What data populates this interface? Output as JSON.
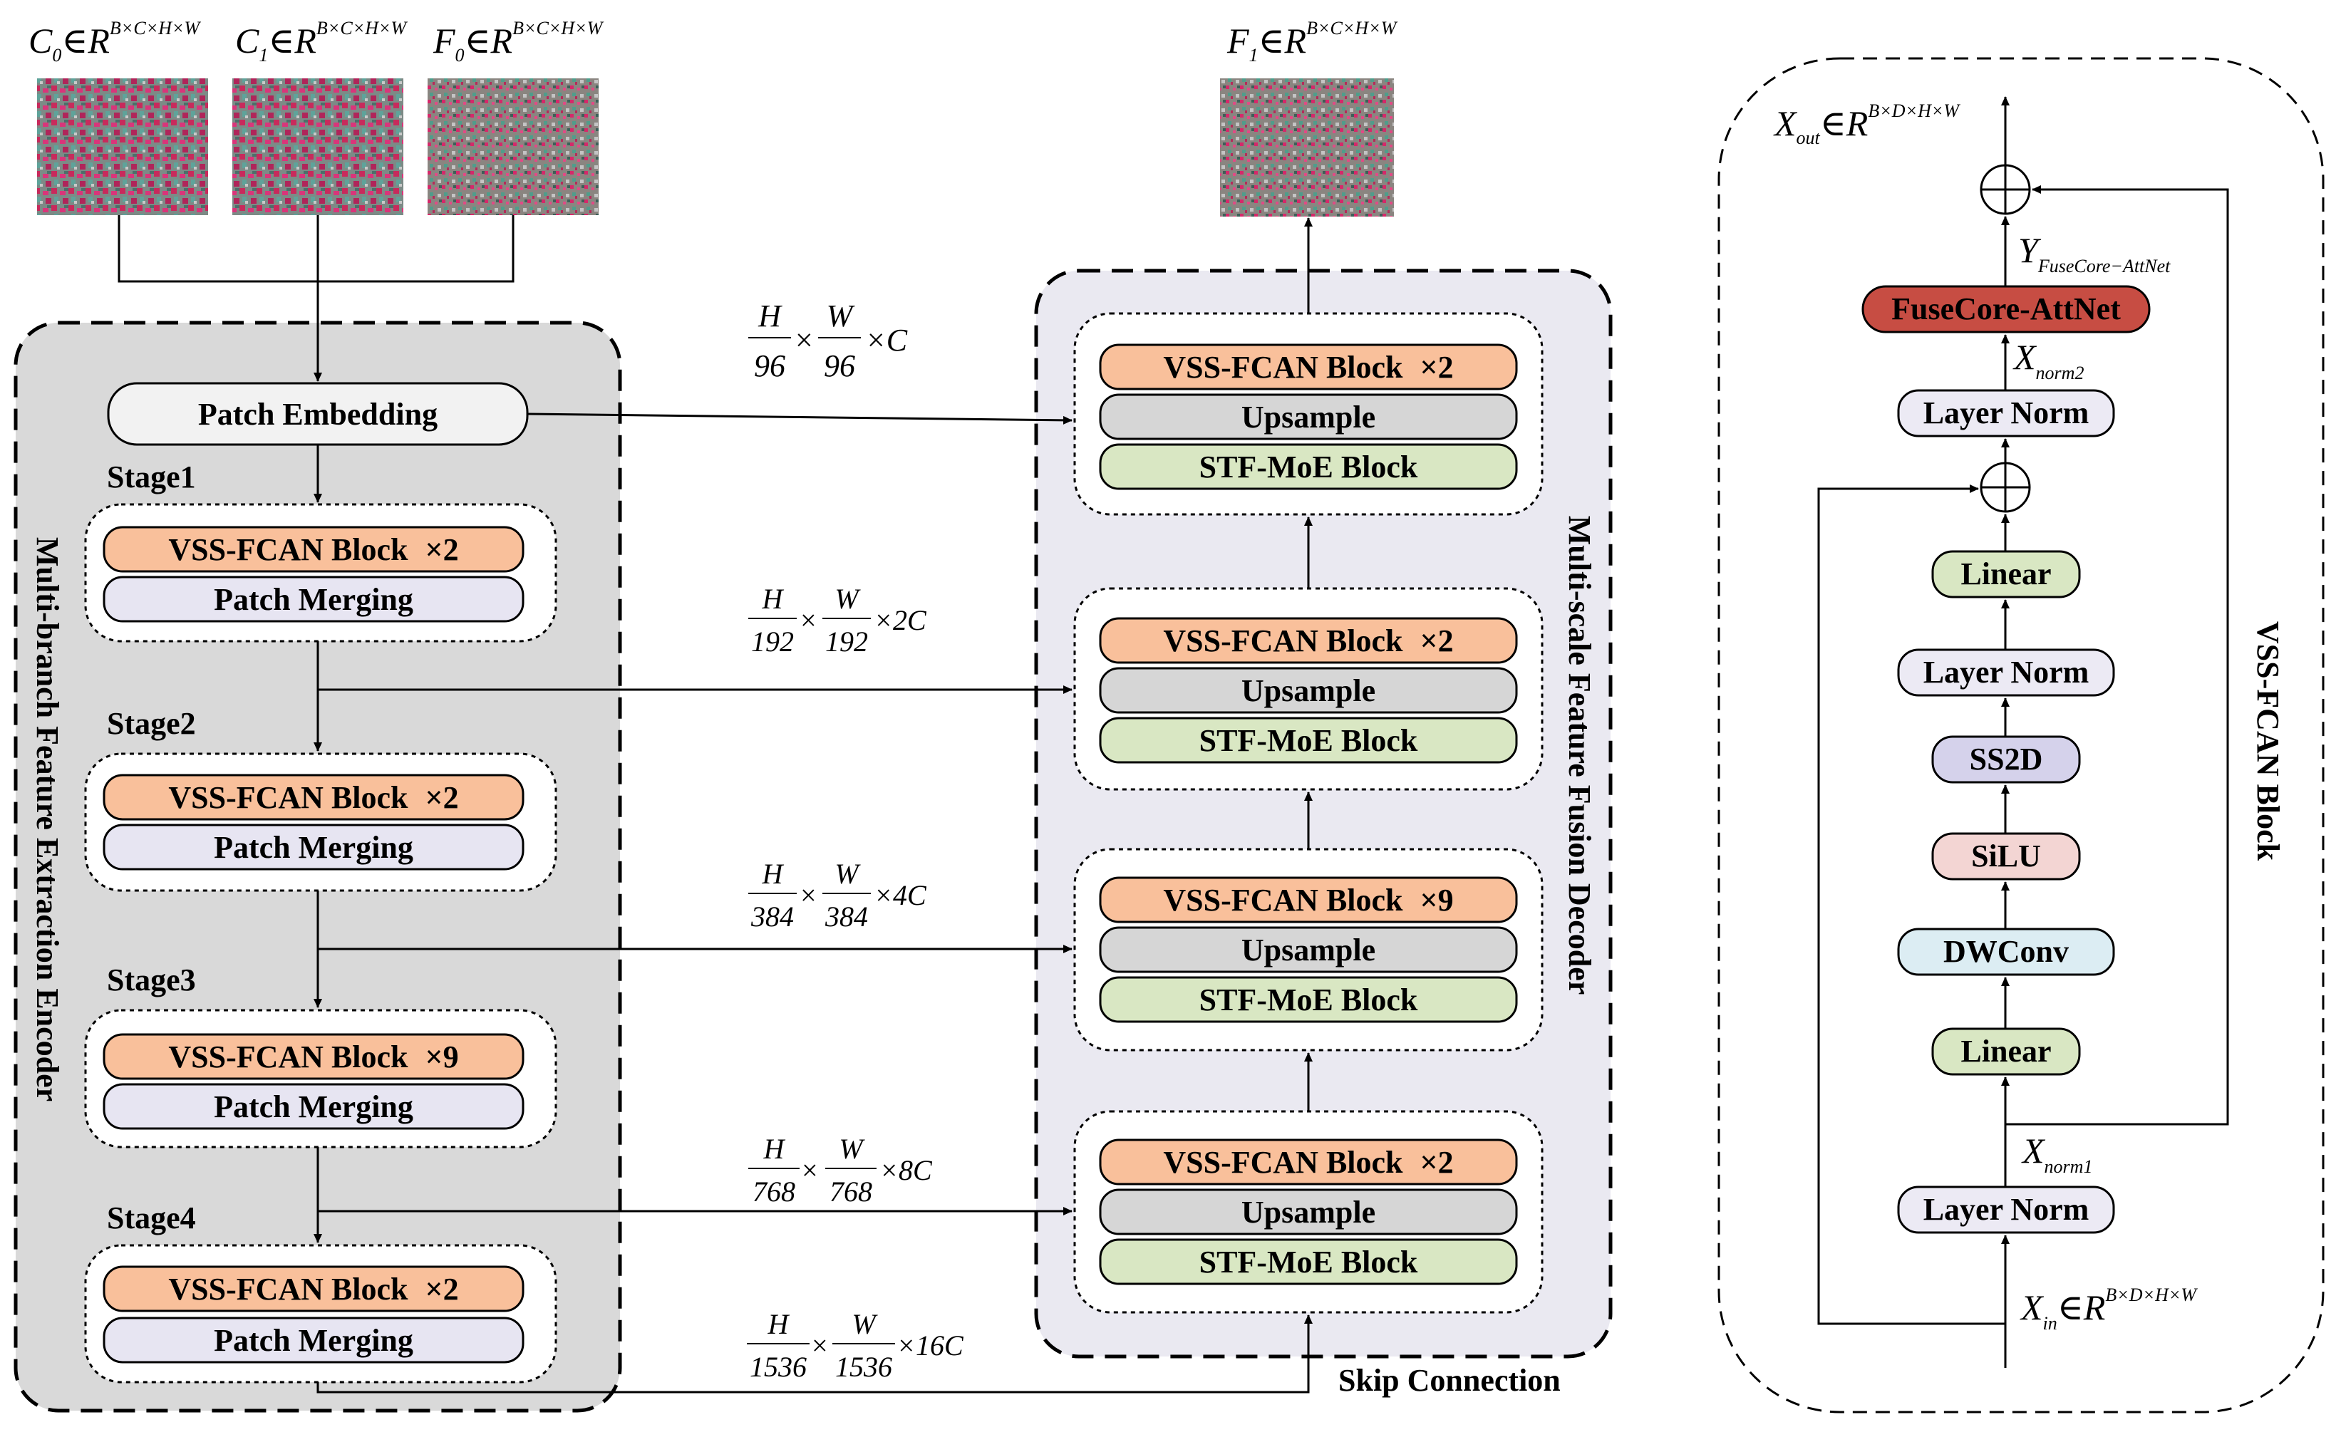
{
  "inputs": [
    {
      "symbol": "C",
      "sub": "0",
      "space": "∈R",
      "dims": "B×C×H×W"
    },
    {
      "symbol": "C",
      "sub": "1",
      "space": "∈R",
      "dims": "B×C×H×W"
    },
    {
      "symbol": "F",
      "sub": "0",
      "space": "∈R",
      "dims": "B×C×H×W"
    }
  ],
  "output": {
    "symbol": "F",
    "sub": "1",
    "space": "∈R",
    "dims": "B×C×H×W"
  },
  "encoder": {
    "title": "Multi-branch Feature Extraction Encoder",
    "patch_embedding": "Patch Embedding",
    "stages": [
      {
        "label": "Stage1",
        "block": "VSS-FCAN Block",
        "count": "×2",
        "merge": "Patch Merging"
      },
      {
        "label": "Stage2",
        "block": "VSS-FCAN Block",
        "count": "×2",
        "merge": "Patch Merging"
      },
      {
        "label": "Stage3",
        "block": "VSS-FCAN Block",
        "count": "×9",
        "merge": "Patch Merging"
      },
      {
        "label": "Stage4",
        "block": "VSS-FCAN Block",
        "count": "×2",
        "merge": "Patch Merging"
      }
    ]
  },
  "decoder": {
    "title": "Multi-scale Feature Fusion Decoder",
    "groups": [
      {
        "block": "VSS-FCAN Block",
        "count": "×2",
        "upsample": "Upsample",
        "moe": "STF-MoE Block"
      },
      {
        "block": "VSS-FCAN Block",
        "count": "×2",
        "upsample": "Upsample",
        "moe": "STF-MoE Block"
      },
      {
        "block": "VSS-FCAN Block",
        "count": "×9",
        "upsample": "Upsample",
        "moe": "STF-MoE Block"
      },
      {
        "block": "VSS-FCAN Block",
        "count": "×2",
        "upsample": "Upsample",
        "moe": "STF-MoE Block"
      }
    ]
  },
  "skip": {
    "label": "Skip Connection",
    "scales": [
      {
        "num1": "H",
        "den1": "96",
        "num2": "W",
        "den2": "96",
        "ch": "×C"
      },
      {
        "num1": "H",
        "den1": "192",
        "num2": "W",
        "den2": "192",
        "ch": "×2C"
      },
      {
        "num1": "H",
        "den1": "384",
        "num2": "W",
        "den2": "384",
        "ch": "×4C"
      },
      {
        "num1": "H",
        "den1": "768",
        "num2": "W",
        "den2": "768",
        "ch": "×8C"
      },
      {
        "num1": "H",
        "den1": "1536",
        "num2": "W",
        "den2": "1536",
        "ch": "×16C"
      }
    ]
  },
  "vss_block": {
    "title": "VSS-FCAN Block",
    "xout": {
      "symbol": "X",
      "sub": "out",
      "space": "∈R",
      "dims": "B×D×H×W"
    },
    "yfuse": {
      "symbol": "Y",
      "sub": "FuseCore−AttNet"
    },
    "xnorm2": {
      "symbol": "X",
      "sub": "norm2"
    },
    "xnorm1": {
      "symbol": "X",
      "sub": "norm1"
    },
    "xin": {
      "symbol": "X",
      "sub": "in",
      "space": "∈R",
      "dims": "B×D×H×W"
    },
    "fusecore": "FuseCore-AttNet",
    "layer_norm": "Layer Norm",
    "linear": "Linear",
    "ss2d": "SS2D",
    "silu": "SiLU",
    "dwconv": "DWConv"
  },
  "colors": {
    "orange": "#f9c09b",
    "lavender": "#e7e5f2",
    "gray": "#d6d6d6",
    "green": "#d9e7c3",
    "red": "#c74d43",
    "purple": "#d5d2eb",
    "pink": "#f3d5d3",
    "cyan": "#dcedf3",
    "encoder_bg": "#d9d9d9",
    "decoder_bg": "#eae9f1"
  }
}
